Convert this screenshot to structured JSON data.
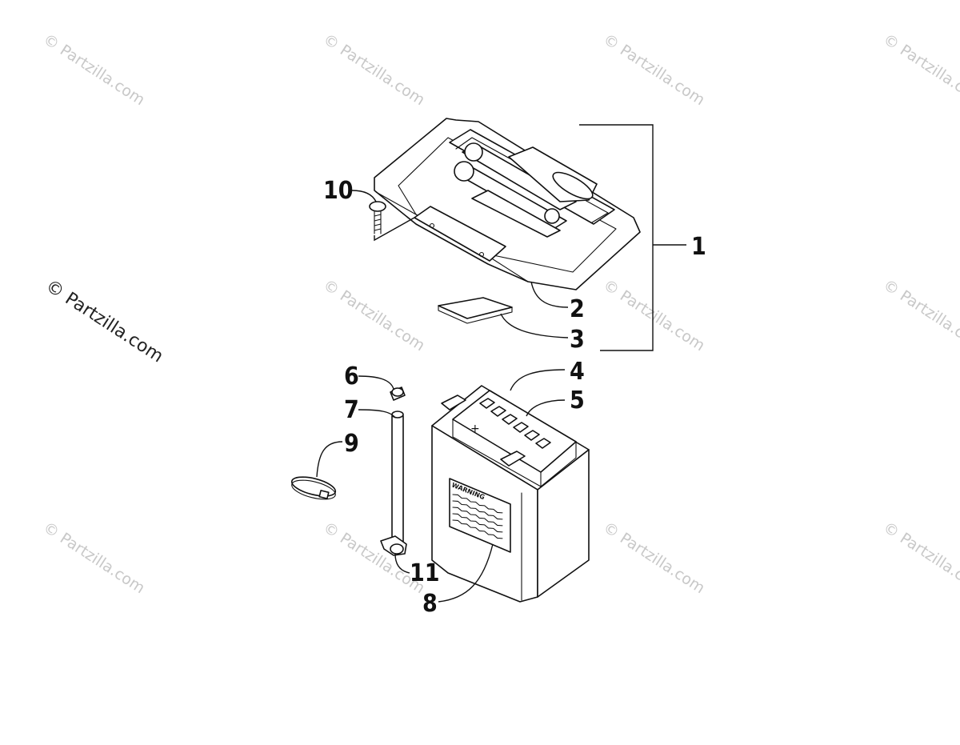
{
  "watermark": "© Partzilla.com",
  "callouts": {
    "c1": "1",
    "c2": "2",
    "c3": "3",
    "c4": "4",
    "c5": "5",
    "c6": "6",
    "c7": "7",
    "c8": "8",
    "c9": "9",
    "c10": "10",
    "c11": "11"
  },
  "battery_label": "WARNING",
  "battery_terminal_mark": "+",
  "colors": {
    "line": "#111111",
    "watermark": "#c8c8c8",
    "background": "#ffffff"
  }
}
